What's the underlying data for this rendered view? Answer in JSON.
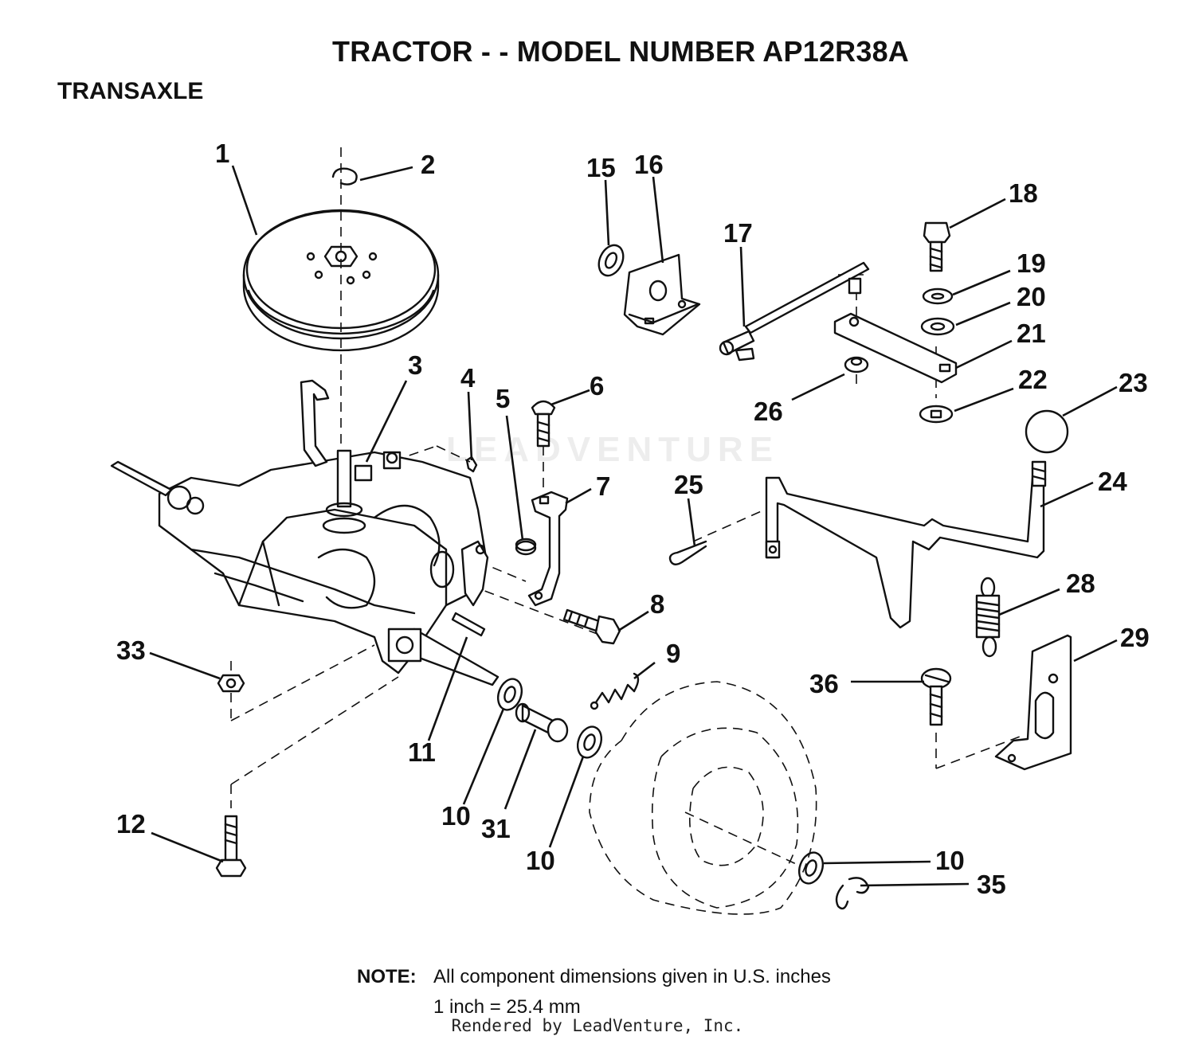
{
  "header": {
    "title": "TRACTOR - - MODEL NUMBER AP12R38A",
    "section": "TRANSAXLE"
  },
  "watermark": {
    "text": "LEADVENTURE"
  },
  "callouts": {
    "c1": "1",
    "c2": "2",
    "c3": "3",
    "c4": "4",
    "c5": "5",
    "c6": "6",
    "c7": "7",
    "c8": "8",
    "c9": "9",
    "c10a": "10",
    "c10b": "10",
    "c10c": "10",
    "c11": "11",
    "c12": "12",
    "c15": "15",
    "c16": "16",
    "c17": "17",
    "c18": "18",
    "c19": "19",
    "c20": "20",
    "c21": "21",
    "c22": "22",
    "c23": "23",
    "c24": "24",
    "c25": "25",
    "c26": "26",
    "c28": "28",
    "c29": "29",
    "c31": "31",
    "c33": "33",
    "c35": "35",
    "c36": "36"
  },
  "note": {
    "label": "NOTE:",
    "text": "All component dimensions given in U.S. inches",
    "conversion": "1 inch = 25.4 mm"
  },
  "footer": {
    "credit": "Rendered by LeadVenture, Inc."
  }
}
